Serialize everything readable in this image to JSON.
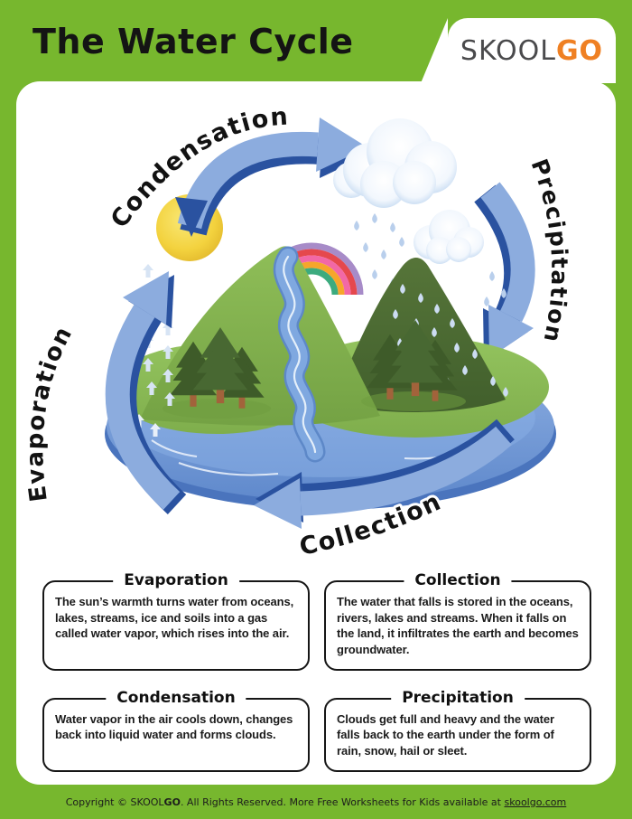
{
  "page": {
    "background_color": "#77b72e"
  },
  "header": {
    "title": "The Water Cycle",
    "logo": {
      "part1": "SKOOL",
      "part2": "GO"
    }
  },
  "diagram": {
    "labels": {
      "condensation": "Condensation",
      "precipitation": "Precipitation",
      "collection": "Collection",
      "evaporation": "Evaporation"
    },
    "colors": {
      "brand_green": "#77b72e",
      "brand_orange": "#ef8023",
      "arrow_light_blue": "#8cacde",
      "arrow_dark_blue": "#2a52a0",
      "water_blue": "#6f95d2",
      "land_green": "#8cbd58",
      "mountain_dark_green": "#4b6a31",
      "sun_yellow": "#f3d23e"
    }
  },
  "sections": [
    {
      "title": "Evaporation",
      "body": "The sun’s warmth turns water from oceans, lakes, streams, ice and soils into a gas called water vapor, which rises into the air."
    },
    {
      "title": "Collection",
      "body": "The water that falls is stored in the oceans, rivers, lakes and streams. When it falls on the land, it infiltrates the earth and becomes groundwater."
    },
    {
      "title": "Condensation",
      "body": "Water vapor in the air cools down, changes back into liquid water and forms clouds."
    },
    {
      "title": "Precipitation",
      "body": "Clouds get full and heavy and the water falls back to the earth under the form of rain, snow, hail or sleet."
    }
  ],
  "footer": {
    "pre": "Copyright © ",
    "brand1": "SKOOL",
    "brand2": "GO",
    "mid": ". All Rights Reserved. More Free Worksheets for Kids available at ",
    "link": "skoolgo.com"
  }
}
